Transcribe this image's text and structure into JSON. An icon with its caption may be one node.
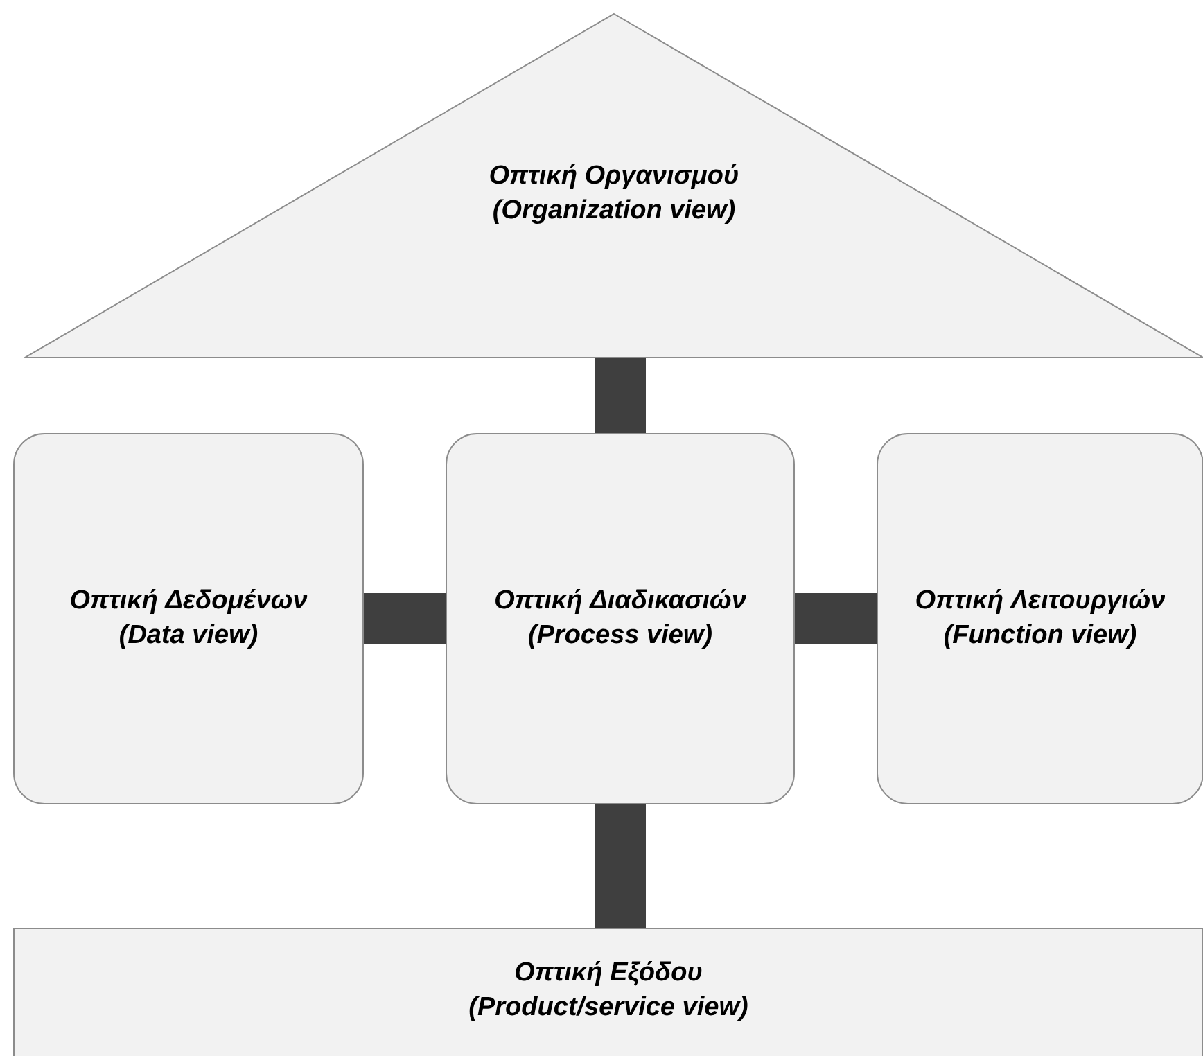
{
  "diagram": {
    "nodes": [
      {
        "text": [
          "Οπτική Οργανισμού",
          "(Organization view)"
        ]
      },
      {
        "text": [
          "Οπτική Δεδομένων",
          "(Data view)"
        ]
      },
      {
        "text": [
          "Οπτική Διαδικασιών",
          "(Process view)"
        ]
      },
      {
        "text": [
          "Οπτική Λειτουργιών",
          "(Function view)"
        ]
      },
      {
        "text": [
          "Οπτική Εξόδου",
          "(Product/service view)"
        ]
      }
    ],
    "edges": [
      {
        "from": 0,
        "to": 2,
        "arrow": "none"
      },
      {
        "from": 1,
        "to": 2,
        "arrow": "none"
      },
      {
        "from": 2,
        "to": 3,
        "arrow": "none"
      },
      {
        "from": 2,
        "to": 4,
        "arrow": "none"
      }
    ]
  }
}
